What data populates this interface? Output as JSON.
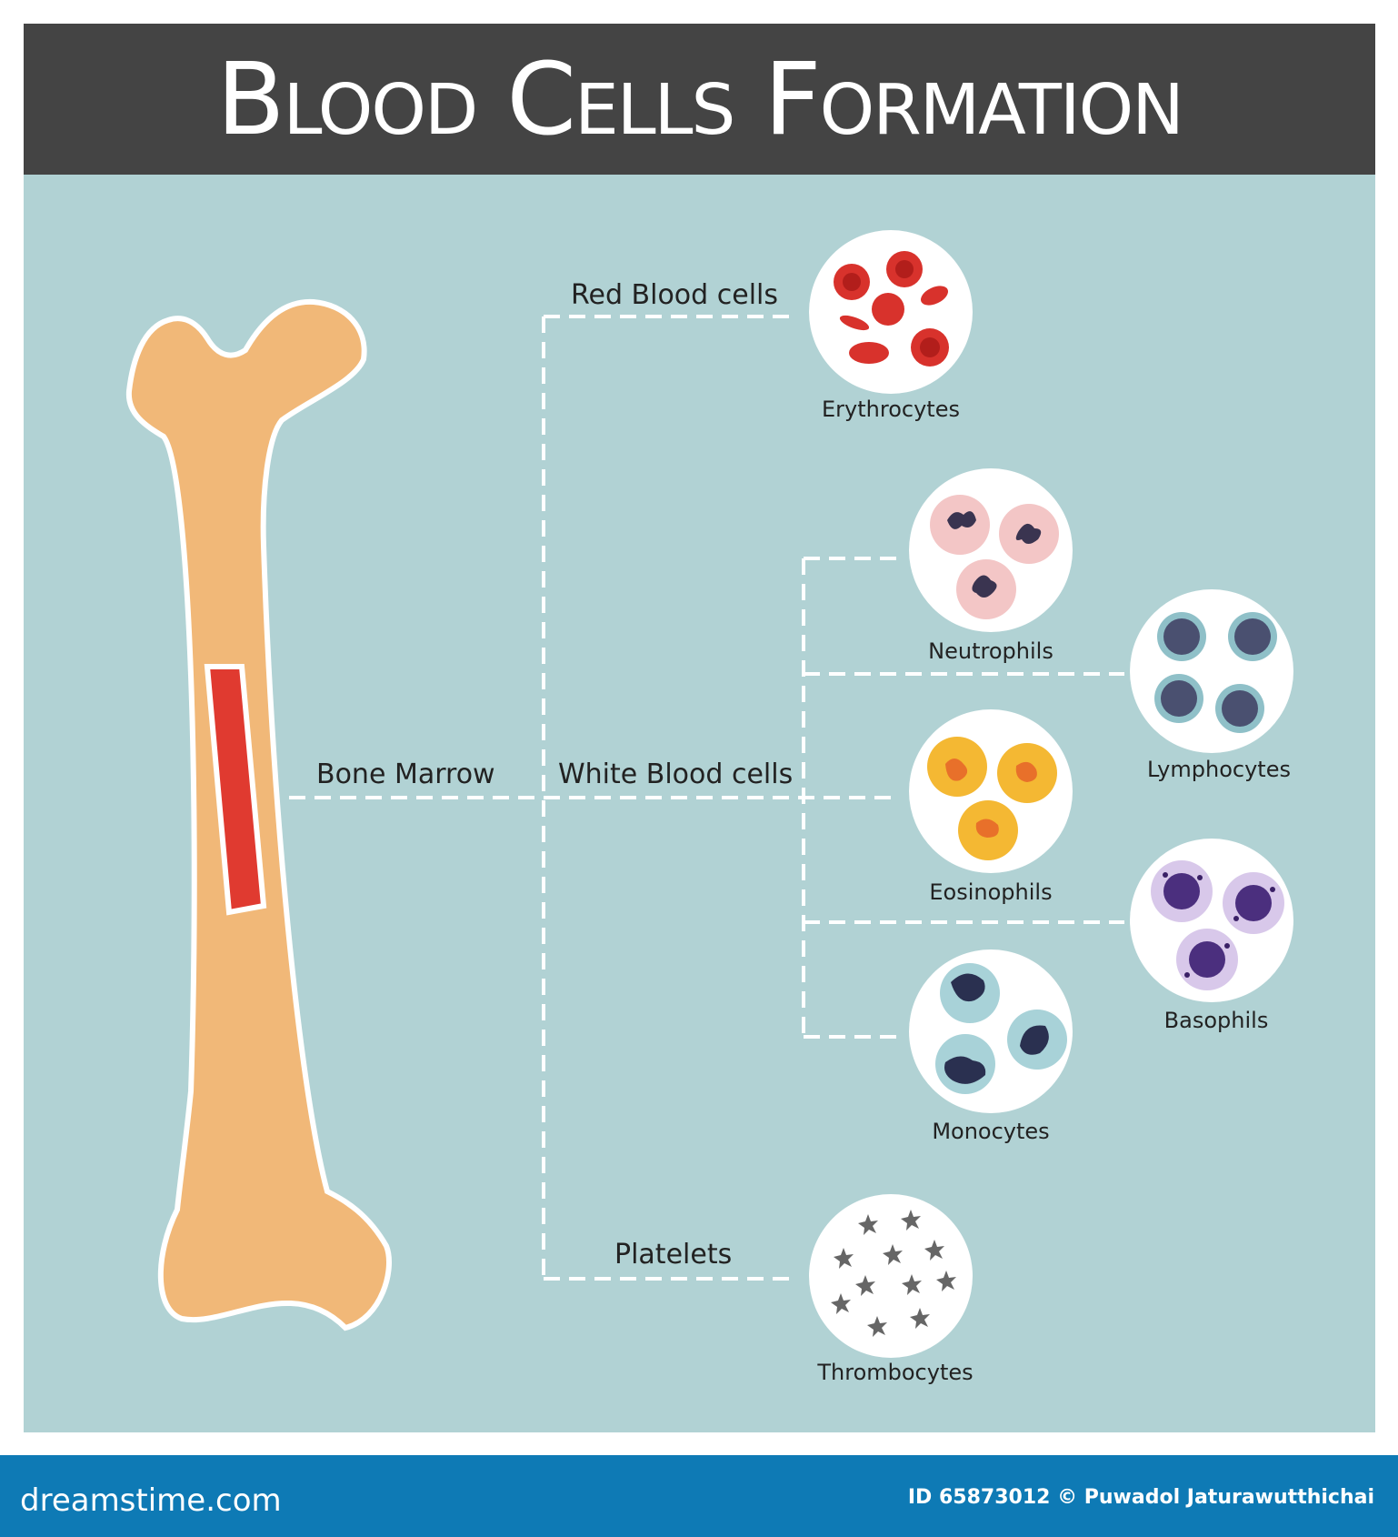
{
  "title": "Blood Cells Formation",
  "labels": {
    "bone_marrow": "Bone Marrow",
    "red_blood_cells": "Red Blood cells",
    "white_blood_cells": "White Blood cells",
    "platelets": "Platelets"
  },
  "cells": {
    "erythrocytes": "Erythrocytes",
    "neutrophils": "Neutrophils",
    "lymphocytes": "Lymphocytes",
    "eosinophils": "Eosinophils",
    "basophils": "Basophils",
    "monocytes": "Monocytes",
    "thrombocytes": "Thrombocytes"
  },
  "footer": {
    "brand": "dreamstime.com",
    "credit": "ID 65873012 © Puwadol Jaturawutthichai"
  },
  "colors": {
    "header_bg": "#444444",
    "panel_bg": "#b1d2d4",
    "bone": "#f1b878",
    "marrow": "#e03a30",
    "footer_bg": "#0e7ab5"
  }
}
